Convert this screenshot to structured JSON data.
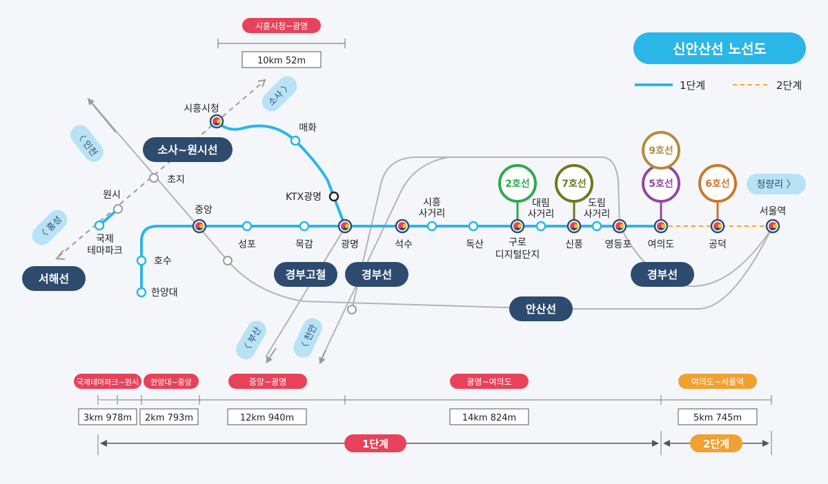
{
  "title": "신안산선 노선도",
  "legend": {
    "phase1": "1단계",
    "phase2": "2단계"
  },
  "colors": {
    "main_line": "#29b6e8",
    "phase2": "#f5a623",
    "navy": "#2d4b6e",
    "red": "#e8425a",
    "orange": "#f0a132",
    "gray": "#b5b5b5",
    "line2": "#2fa84b",
    "line7": "#6c7a1c",
    "line5": "#9248a0",
    "line9": "#b48c3e",
    "line6": "#c8782a"
  },
  "stations": {
    "siheung_city_hall": "시흥시청",
    "maehwa": "매화",
    "ktx_gwangmyeong": "KTX광명",
    "choji": "초지",
    "wonsi": "원시",
    "intl_theme_park": [
      "국제",
      "테마파크"
    ],
    "jungang": "중앙",
    "seongpo": "성포",
    "mokgam": "목감",
    "gwangmyeong": "광명",
    "seoksu": "석수",
    "siheung_sageori": [
      "시흥",
      "사거리"
    ],
    "doksan": "독산",
    "guro_digital": [
      "구로",
      "디지털단지"
    ],
    "daerim_sageori": [
      "대림",
      "사거리"
    ],
    "singpung": "신풍",
    "dorim_sageori": [
      "도림",
      "사거리"
    ],
    "yeongdeungpo": "영등포",
    "yeouido": "여의도",
    "gongdeok": "공덕",
    "seoul_station": "서울역",
    "hosu": "호수",
    "hanyang_univ": "한양대"
  },
  "transfer_lines": {
    "line2": "2호선",
    "line7": "7호선",
    "line5": "5호선",
    "line9": "9호선",
    "line6": "6호선"
  },
  "line_labels": {
    "sosa_wonsi": "소사~원시선",
    "seohae": "서해선",
    "gyeongbu_hsr": "경부고철",
    "gyeongbu_1": "경부선",
    "gyeongbu_2": "경부선",
    "ansan": "안산선"
  },
  "directions": {
    "sosa": "소사 〉",
    "incheon": "〈 인천",
    "hongseong": "〈 홍성",
    "busan": "〈 부산",
    "cheonan": "〈 천안",
    "cheongnyangni": "청량리 〉"
  },
  "top_segment": {
    "label": "시흥시청~광명",
    "distance": "10km 52m"
  },
  "segments": [
    {
      "label": "국제테마파크~원시",
      "distance": "3km 978m"
    },
    {
      "label": "한양대~중앙",
      "distance": "2km 793m"
    },
    {
      "label": "중앙~광명",
      "distance": "12km 940m"
    },
    {
      "label": "광명~여의도",
      "distance": "14km 824m"
    },
    {
      "label": "여의도~서울역",
      "distance": "5km 745m"
    }
  ],
  "phases": {
    "phase1": "1단계",
    "phase2": "2단계"
  }
}
